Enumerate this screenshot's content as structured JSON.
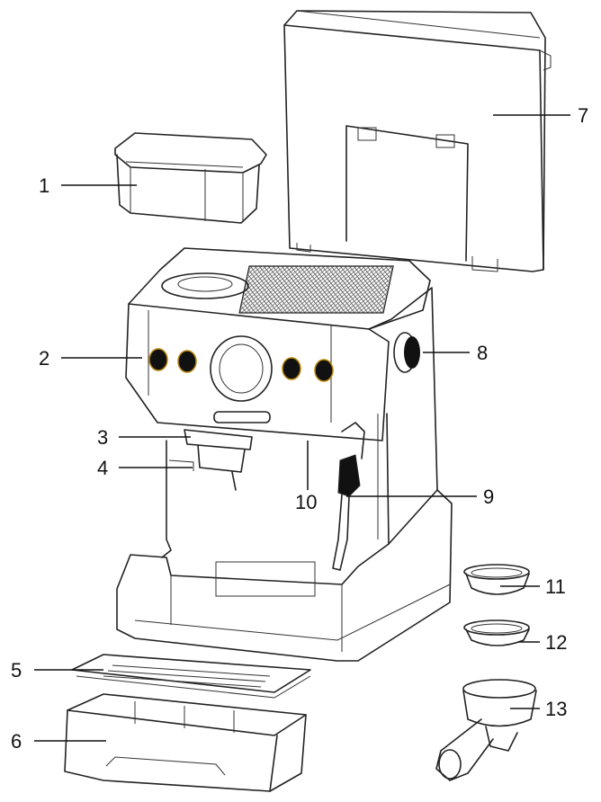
{
  "callouts": [
    {
      "id": "1",
      "label": "1"
    },
    {
      "id": "2",
      "label": "2"
    },
    {
      "id": "3",
      "label": "3"
    },
    {
      "id": "4",
      "label": "4"
    },
    {
      "id": "5",
      "label": "5"
    },
    {
      "id": "6",
      "label": "6"
    },
    {
      "id": "7",
      "label": "7"
    },
    {
      "id": "8",
      "label": "8"
    },
    {
      "id": "9",
      "label": "9"
    },
    {
      "id": "10",
      "label": "10"
    },
    {
      "id": "11",
      "label": "11"
    },
    {
      "id": "12",
      "label": "12"
    },
    {
      "id": "13",
      "label": "13"
    }
  ],
  "colors": {
    "line": "#222222",
    "knob": "#111111",
    "knob_ring": "#b8860b"
  }
}
